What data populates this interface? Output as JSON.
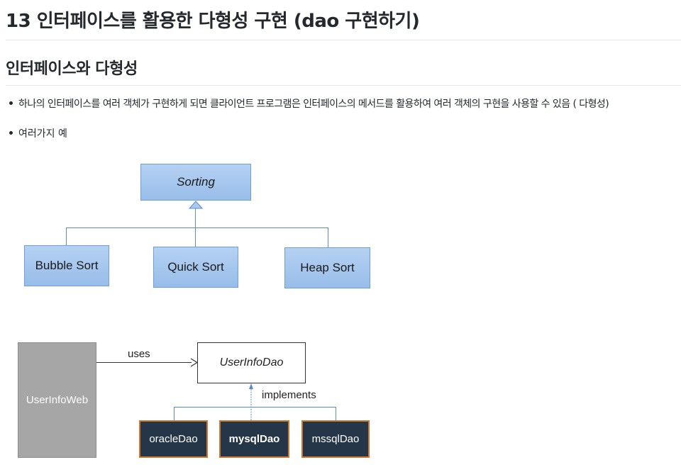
{
  "doc": {
    "title": "13 인터페이스를 활용한 다형성 구현 (dao 구현하기)",
    "section": "인터페이스와 다형성",
    "bullets": [
      "하나의 인터페이스를 여러 객체가 구현하게 되면 클라이언트 프로그램은 인터페이스의 메서드를 활용하여 여러 객체의 구현을 사용할 수 있음 ( 다형성)",
      "여러가지 예"
    ]
  },
  "diagram1": {
    "interface": "Sorting",
    "implementations": [
      "Bubble Sort",
      "Quick Sort",
      "Heap Sort"
    ]
  },
  "diagram2": {
    "client": "UserInfoWeb",
    "uses_label": "uses",
    "interface": "UserInfoDao",
    "implements_label": "implements",
    "implementations": [
      "oracleDao",
      "mysqlDao",
      "mssqlDao"
    ]
  },
  "colors": {
    "box_blue": "#a9c9ef",
    "box_dark": "#253648",
    "dark_border": "#d0752e",
    "client_gray": "#a6a6a6"
  }
}
